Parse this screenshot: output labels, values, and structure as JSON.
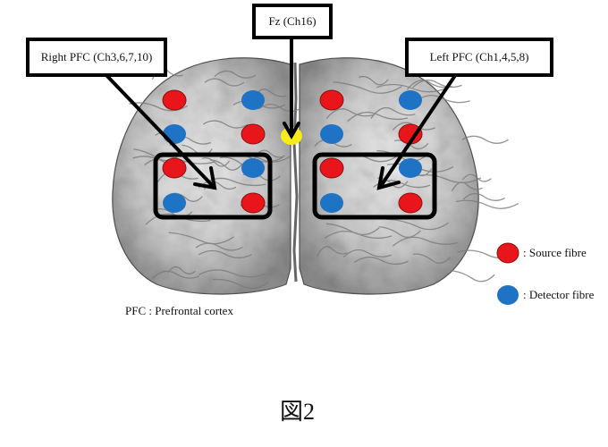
{
  "diagram": {
    "labels": {
      "fz": "Fz (Ch16)",
      "right_pfc": "Right PFC (Ch3,6,7,10)",
      "left_pfc": "Left PFC (Ch1,4,5,8)"
    },
    "legend": [
      {
        "name": "source",
        "text": ": Source fibre",
        "color": "#e8151b"
      },
      {
        "name": "detector",
        "text": ": Detector fibre",
        "color": "#1f73c4"
      }
    ],
    "note": "PFC : Prefrontal cortex",
    "caption": "図2",
    "colors": {
      "source": "#e8151b",
      "detector": "#1f73c4",
      "fz": "#f5ec1a",
      "outline": "#000000",
      "brain": "#c8c8c8"
    },
    "optodes": {
      "right_hemisphere": [
        [
          "source",
          "detector"
        ],
        [
          "detector",
          "source"
        ],
        [
          "source",
          "detector"
        ],
        [
          "detector",
          "source"
        ]
      ],
      "left_hemisphere": [
        [
          "source",
          "detector"
        ],
        [
          "detector",
          "source"
        ],
        [
          "source",
          "detector"
        ],
        [
          "detector",
          "source"
        ]
      ],
      "midline": "fz"
    }
  }
}
